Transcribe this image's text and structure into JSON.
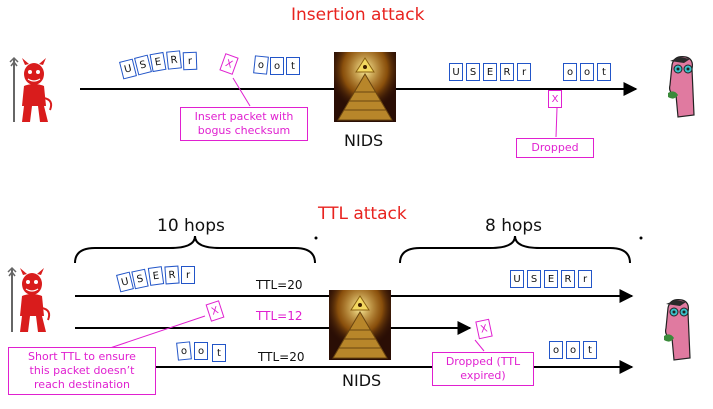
{
  "titles": {
    "insertion": "Insertion attack",
    "ttl": "TTL attack"
  },
  "nids_label": "NIDS",
  "hops": {
    "left": "10 hops",
    "right": "8 hops"
  },
  "insertion": {
    "sent_packets": [
      "U",
      "S",
      "E",
      "R",
      "r",
      "X",
      "o",
      "o",
      "t"
    ],
    "received_packets": [
      "U",
      "S",
      "E",
      "R",
      "r",
      "o",
      "o",
      "t"
    ],
    "dropped_packet": "X",
    "callout_insert": [
      "Insert packet with",
      "bogus checksum"
    ],
    "callout_dropped": "Dropped"
  },
  "ttl_attack": {
    "row1_packets": [
      "U",
      "S",
      "E",
      "R",
      "r"
    ],
    "row1_ttl": "TTL=20",
    "row2_packet": "X",
    "row2_ttl": "TTL=12",
    "row3_packets": [
      "o",
      "o",
      "t"
    ],
    "row3_ttl": "TTL=20",
    "row1_received": [
      "U",
      "S",
      "E",
      "R",
      "r"
    ],
    "row2_dropped": "X",
    "row3_received": [
      "o",
      "o",
      "t"
    ],
    "callout_short": [
      "Short TTL to ensure",
      "this packet doesn’t",
      "reach destination"
    ],
    "callout_dropped": [
      "Dropped (TTL",
      "expired)"
    ]
  },
  "colors": {
    "title": "#e8231f",
    "callout": "#e020d0",
    "packet_border": "#2255c8",
    "line": "#000000"
  },
  "icons": [
    "devil-icon",
    "nids-pyramid-icon",
    "victim-face-icon"
  ]
}
